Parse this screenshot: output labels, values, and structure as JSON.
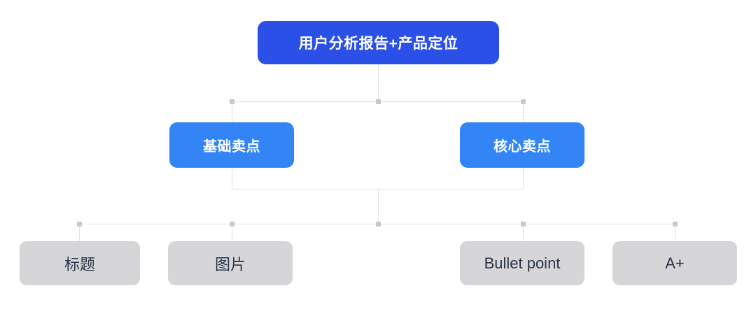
{
  "diagram": {
    "title_node": {
      "label": "用户分析报告+产品定位",
      "color": "#2b50e8",
      "text_color": "#ffffff"
    },
    "branches": [
      {
        "label": "基础卖点",
        "color": "#3385f5",
        "text_color": "#ffffff"
      },
      {
        "label": "核心卖点",
        "color": "#3385f5",
        "text_color": "#ffffff"
      }
    ],
    "leaves": [
      {
        "label": "标题",
        "color": "#d6d6d8",
        "text_color": "#2c3648"
      },
      {
        "label": "图片",
        "color": "#d6d6d8",
        "text_color": "#2c3648"
      },
      {
        "label": "Bullet point",
        "color": "#d6d6d8",
        "text_color": "#2c3648"
      },
      {
        "label": "A+",
        "color": "#d6d6d8",
        "text_color": "#2c3648"
      }
    ],
    "connector_color": "#e2e2e2",
    "handle_color": "#c9c9c9"
  }
}
